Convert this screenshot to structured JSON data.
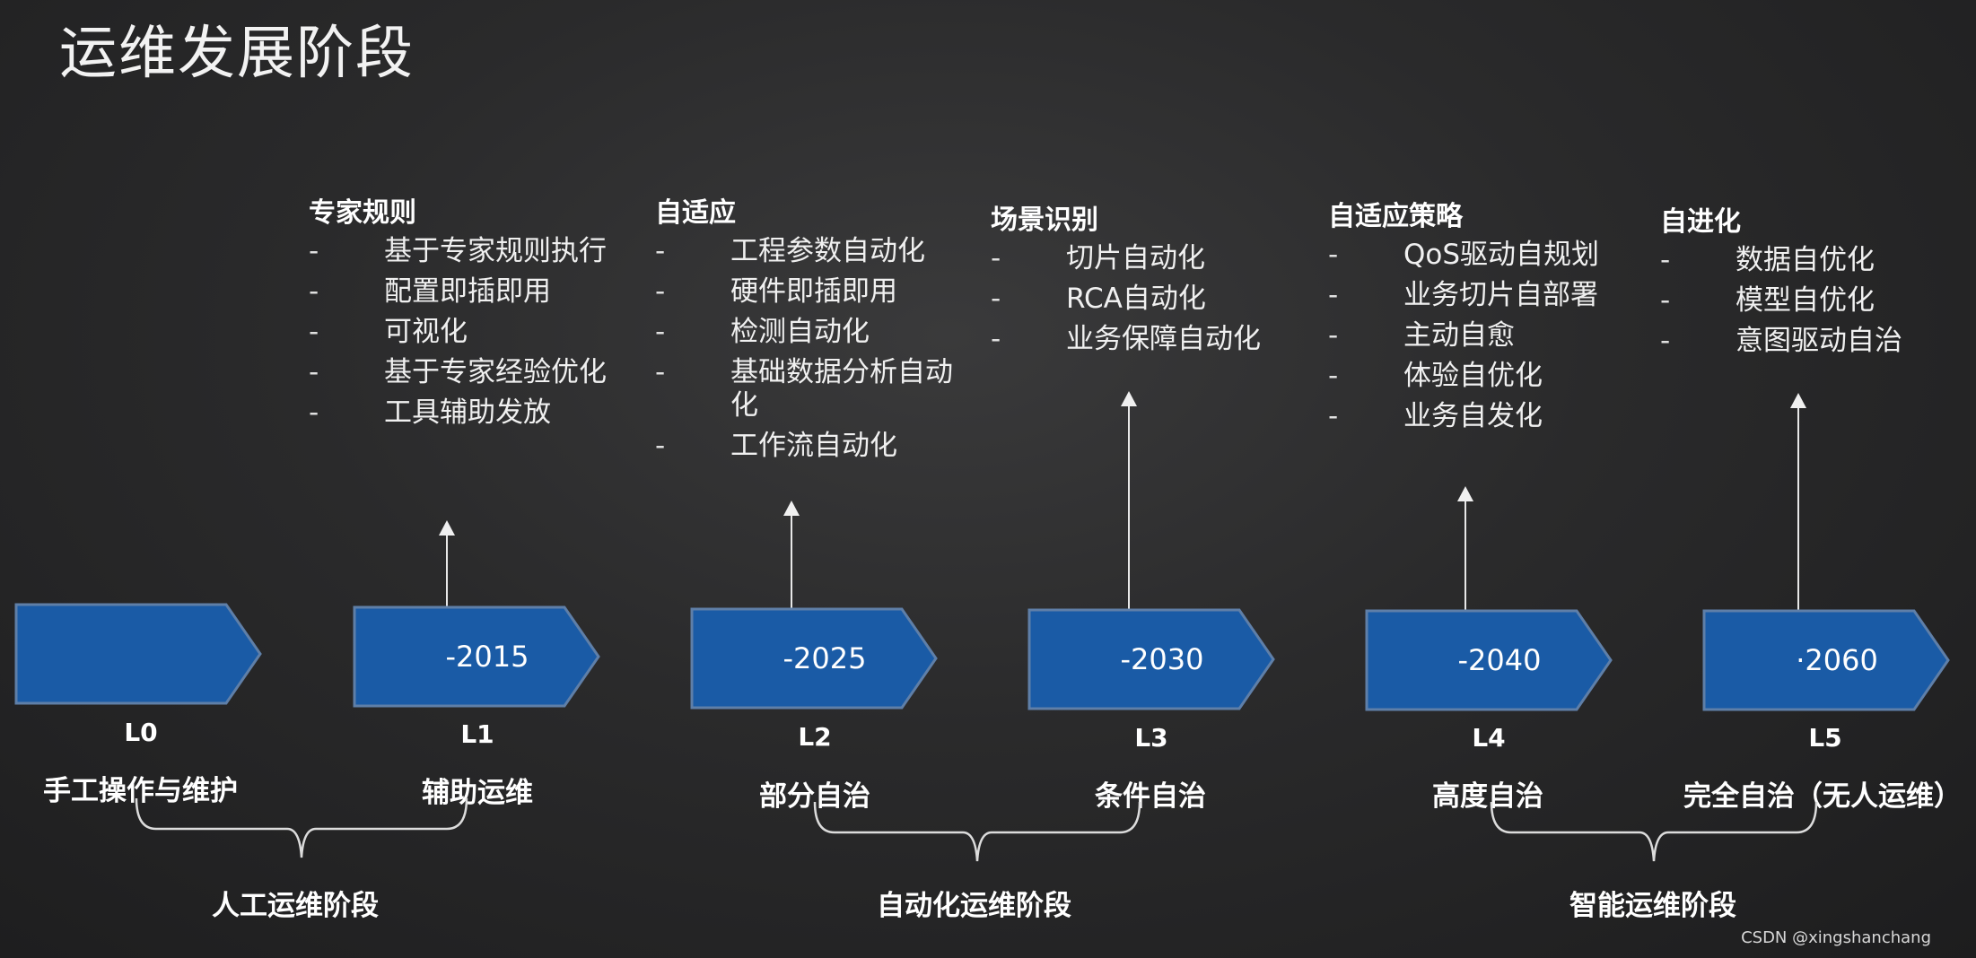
{
  "title": "运维发展阶段",
  "watermark": "CSDN @xingshanchang",
  "levels": [
    {
      "id": "L0",
      "year": "",
      "label": "手工操作与维护"
    },
    {
      "id": "L1",
      "year": "-2015",
      "label": "辅助运维",
      "capability": "专家规则",
      "items": [
        "基于专家规则执行",
        "配置即插即用",
        "可视化",
        "基于专家经验优化",
        "工具辅助发放"
      ]
    },
    {
      "id": "L2",
      "year": "-2025",
      "label": "部分自治",
      "capability": "自适应",
      "items": [
        "工程参数自动化",
        "硬件即插即用",
        "检测自动化",
        "基础数据分析自动化",
        "工作流自动化"
      ]
    },
    {
      "id": "L3",
      "year": "-2030",
      "label": "条件自治",
      "capability": "场景识别",
      "items": [
        "切片自动化",
        "RCA自动化",
        "业务保障自动化"
      ]
    },
    {
      "id": "L4",
      "year": "-2040",
      "label": "高度自治",
      "capability": "自适应策略",
      "items": [
        "QoS驱动自规划",
        "业务切片自部署",
        "主动自愈",
        "体验自优化",
        "业务自发化"
      ]
    },
    {
      "id": "L5",
      "year": "·2060",
      "label": "完全自治（无人运维）",
      "capability": "自进化",
      "items": [
        "数据自优化",
        "模型自优化",
        "意图驱动自治"
      ]
    }
  ],
  "phases": [
    "人工运维阶段",
    "自动化运维阶段",
    "智能运维阶段"
  ],
  "colors": {
    "chevron": "#1a5ba6",
    "chevron_edge": "#5f7fa8",
    "background": "#2a2a2b"
  }
}
